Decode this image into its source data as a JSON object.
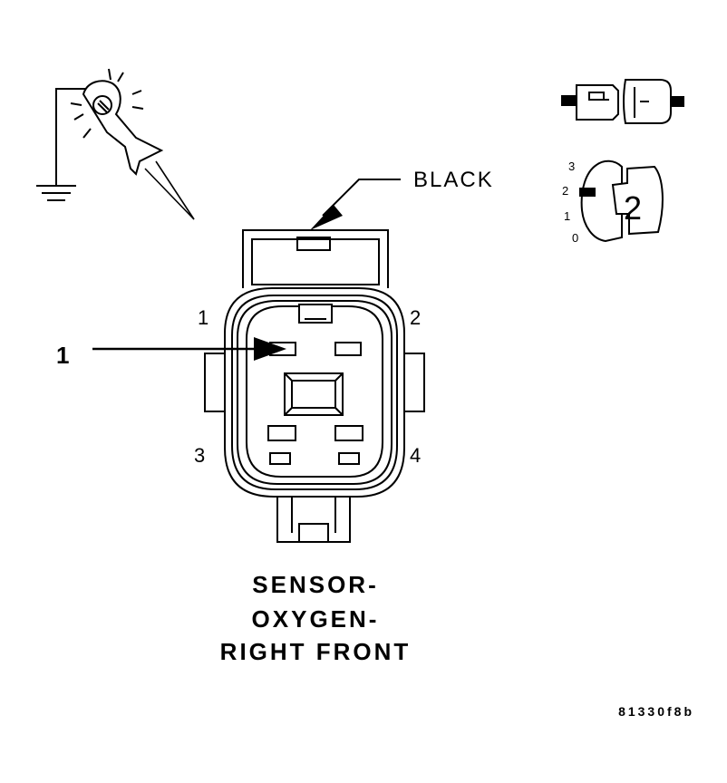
{
  "connector": {
    "color_label": "BLACK",
    "pins": [
      "1",
      "2",
      "3",
      "4"
    ]
  },
  "callout": {
    "number": "1"
  },
  "title": {
    "line1": "SENSOR-",
    "line2": "OXYGEN-",
    "line3": "RIGHT FRONT"
  },
  "ignition_key": {
    "positions": [
      "3",
      "2",
      "1",
      "0"
    ],
    "key_number": "2"
  },
  "figure_id": "81330f8b",
  "icons": {
    "test_light": "test-light-probe-icon",
    "ground": "ground-symbol-icon",
    "disconnected_connector": "disconnected-connector-icon",
    "ignition_switch": "ignition-key-icon"
  },
  "colors": {
    "ink": "#000000",
    "paper": "#ffffff"
  }
}
